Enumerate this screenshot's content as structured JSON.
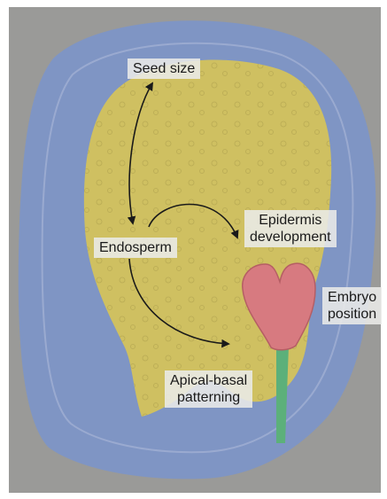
{
  "colors": {
    "background": "#9a9a98",
    "seed_coat": "#7f95c4",
    "endosperm": "#cfc061",
    "embryo": "#d77a80",
    "suspensor": "#5cb07a",
    "label_box": "#eaeae8",
    "arrow": "#1a1a1a"
  },
  "labels": {
    "seed_size": "Seed size",
    "endosperm": "Endosperm",
    "epidermis_line1": "Epidermis",
    "epidermis_line2": "development",
    "embryo_line1": "Embryo",
    "embryo_line2": "position",
    "apical_line1": "Apical-basal",
    "apical_line2": "patterning"
  }
}
